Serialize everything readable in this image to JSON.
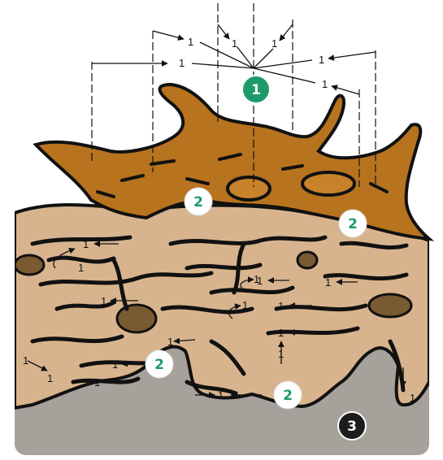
{
  "colors": {
    "cell": "#b8731e",
    "cell_dark": "#7a4a10",
    "tissue": "#d8b48e",
    "tissue_outline": "#111111",
    "pocket": "#7a5a30",
    "base": "#a7a19b",
    "badge_green": "#1e9a6a",
    "badge_dark": "#1c1c1c"
  },
  "markers": [
    {
      "id": "marker-1",
      "text": "1",
      "style": "green-filled"
    },
    {
      "id": "marker-2a",
      "text": "2",
      "style": "white"
    },
    {
      "id": "marker-2b",
      "text": "2",
      "style": "white"
    },
    {
      "id": "marker-2c",
      "text": "2",
      "style": "white"
    },
    {
      "id": "marker-2d",
      "text": "2",
      "style": "white"
    },
    {
      "id": "marker-3",
      "text": "3",
      "style": "dark-filled"
    }
  ],
  "arrow_labels": [
    "1",
    "1",
    "1",
    "1",
    "1",
    "1",
    "1",
    "1",
    "1",
    "1",
    "1",
    "1",
    "1",
    "1",
    "1",
    "1",
    "1",
    "1",
    "1",
    "1",
    "1",
    "1",
    "1"
  ]
}
